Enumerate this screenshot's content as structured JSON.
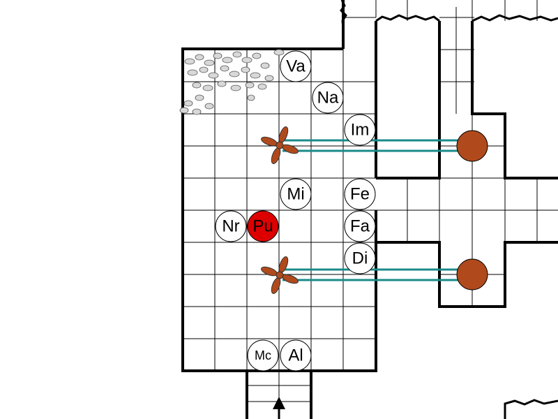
{
  "map": {
    "colors": {
      "background": "#ffffff",
      "grid": "#000000",
      "wall": "#000000",
      "token_fill": "#ffffff",
      "token_highlight": "#dd0000",
      "fan": "#b04a1c",
      "pipe": "#1a8a8a",
      "valve": "#b04a1c",
      "rubble": "#d0d0d0"
    },
    "tokens": {
      "va": "Va",
      "na": "Na",
      "im": "Im",
      "mi": "Mi",
      "fe": "Fe",
      "fa": "Fa",
      "nr": "Nr",
      "pu": "Pu",
      "di": "Di",
      "mc": "Mc",
      "al": "Al"
    },
    "icons": [
      "fan-icon",
      "valve-icon",
      "stairs-up-arrow-icon",
      "rubble-icon"
    ]
  }
}
